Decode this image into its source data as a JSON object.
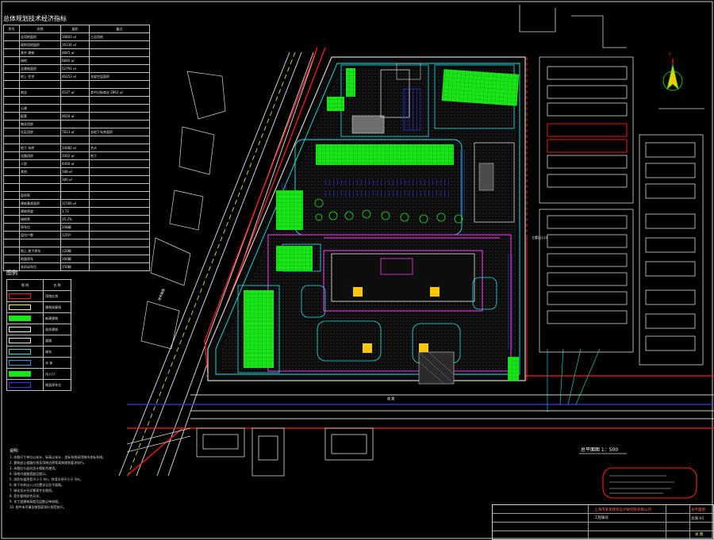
{
  "colors": {
    "background": "#000000",
    "building_green": "#19e619",
    "road_red": "#ff1a1a",
    "pipe_cyan": "#19e6e6",
    "boundary_magenta": "#ff33ff",
    "parking_blue": "#3333ff",
    "yellow_block": "#ffc800"
  },
  "index_table": {
    "title": "总体规划技术经济指标",
    "headers": [
      "序号",
      "名称",
      "面积",
      "备注"
    ],
    "rows": [
      [
        "",
        "总用地面积",
        "16843 ㎡",
        "占总用地"
      ],
      [
        "",
        "规划用地面积",
        "16134 ㎡",
        ""
      ],
      [
        "",
        "其中 建筑",
        "4845 ㎡",
        ""
      ],
      [
        "",
        "绿地",
        "6846 ㎡",
        ""
      ],
      [
        "",
        "总建筑面积",
        "52791 ㎡",
        ""
      ],
      [
        "",
        "地上 住宅",
        "46253 ㎡",
        "含架空层面积"
      ],
      [
        "",
        "",
        "",
        ""
      ],
      [
        "",
        "商业",
        "4537 ㎡",
        "其中沿街商业 2863 ㎡"
      ],
      [
        "",
        "",
        "",
        ""
      ],
      [
        "",
        "公建",
        "",
        ""
      ],
      [
        "",
        "配套",
        "4620 ㎡",
        ""
      ],
      [
        "",
        "物业用房",
        "",
        ""
      ],
      [
        "",
        "社区用房",
        "7813 ㎡",
        "含地下车库面积"
      ],
      [
        "",
        "",
        "",
        ""
      ],
      [
        "",
        "地下 车库",
        "14082 ㎡",
        "共计"
      ],
      [
        "",
        "设备用房",
        "2002 ㎡",
        "地下"
      ],
      [
        "",
        "人防",
        "4400 ㎡",
        ""
      ],
      [
        "",
        "其他",
        "188 ㎡",
        ""
      ],
      [
        "",
        "",
        "180 ㎡",
        ""
      ],
      [
        "",
        "",
        "",
        ""
      ],
      [
        "",
        "容积率",
        "",
        ""
      ],
      [
        "",
        "建筑基底面积",
        "11500 ㎡",
        ""
      ],
      [
        "",
        "建筑密度",
        "1.72",
        ""
      ],
      [
        "",
        "绿地率",
        "35.2%",
        ""
      ],
      [
        "",
        "停车位",
        "208辆",
        ""
      ],
      [
        "",
        "居住户数",
        "120户",
        ""
      ],
      [
        "",
        "",
        "",
        ""
      ],
      [
        "",
        "地上 地下停车",
        "120辆",
        ""
      ],
      [
        "",
        "地面停车",
        "160辆",
        ""
      ],
      [
        "",
        "非机动车位",
        "150辆",
        ""
      ]
    ]
  },
  "legend": {
    "title": "图例",
    "headers": [
      "图 例",
      "名 称"
    ],
    "items": [
      {
        "name": "用地红线",
        "color": "#ff1a1a"
      },
      {
        "name": "建筑轮廓线",
        "color": "#ffff33"
      },
      {
        "name": "新建建筑",
        "color": "#19e619"
      },
      {
        "name": "现状建筑",
        "color": "#ffffff"
      },
      {
        "name": "道路",
        "color": "#e6e6e6"
      },
      {
        "name": "绿化",
        "color": "#19e6e6"
      },
      {
        "name": "水 体",
        "color": "#19a0e6"
      },
      {
        "name": "出入口",
        "color": "#19e619"
      },
      {
        "name": "地面停车位",
        "color": "#3333ff"
      }
    ]
  },
  "notes": {
    "title": "说明：",
    "lines": [
      "1. 本图尺寸单位以米计，标高以米计，坐标系统采用城市坐标系统。",
      "2. 建筑退让道路红线及用地边界距离按规划要求执行。",
      "3. 本图应与竖向设计图配合使用。",
      "4. 场地内道路宽度见图示。",
      "5. 消防车道净宽不小于 4m，转弯半径不小于 9m。",
      "6. 地下车库出入口位置详见总平面图。",
      "7. 绿化设计另详景观专业图纸。",
      "8. 室外管线综合另详。",
      "9. 本工程建筑高度及层数见单体图。",
      "10. 图中未尽事宜按国家现行规范执行。"
    ]
  },
  "scale_label": "总平面图 1：500",
  "labels": {
    "north": "N",
    "road_south": "道 路",
    "entrance": "主要出入口",
    "road_west": "城市道路"
  },
  "title_block": {
    "company": "上海市某某建筑设计研究院有限公司",
    "project_code": "工程编号",
    "drawing_name": "总平面图",
    "drawing_no": "总施-01",
    "sheet_label": "总 图"
  }
}
